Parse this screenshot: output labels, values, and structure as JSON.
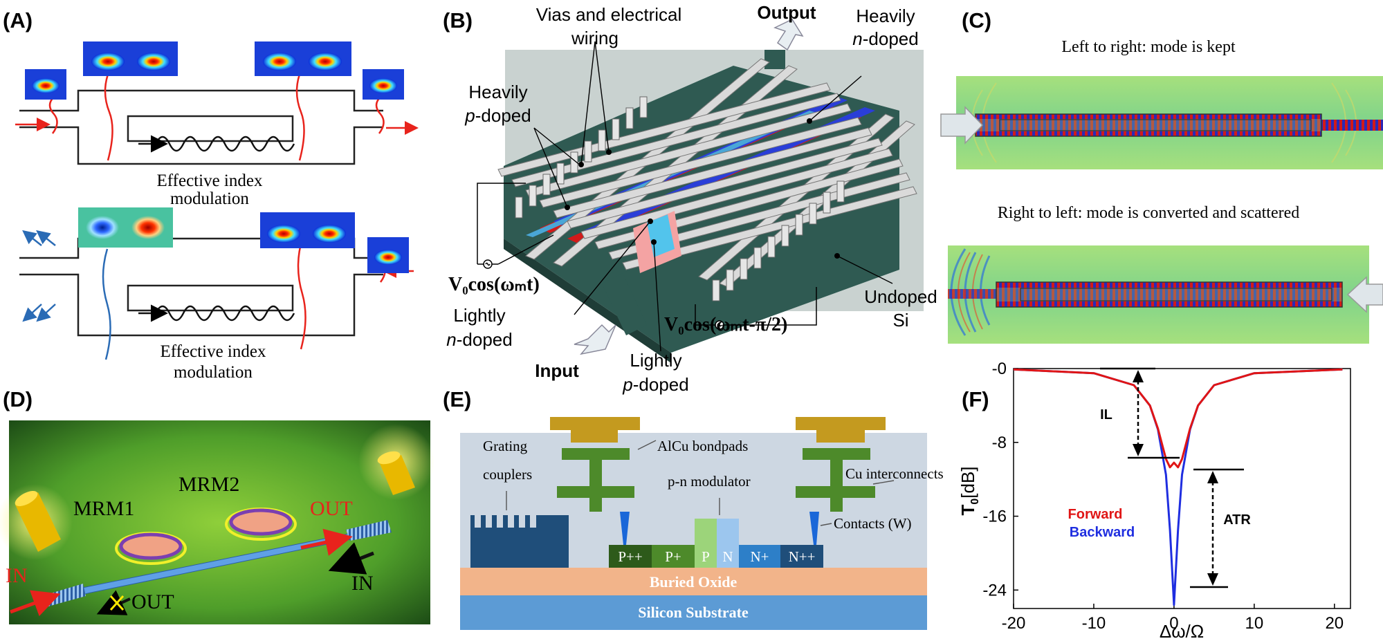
{
  "panel_a": {
    "label": "(A)",
    "top_caption_line1": "Effective index",
    "top_caption_line2": "modulation",
    "bottom_caption_line1": "Effective index",
    "bottom_caption_line2": "modulation"
  },
  "panel_b": {
    "label": "(B)",
    "vias_line1": "Vias and electrical",
    "vias_line2": "wiring",
    "output": "Output",
    "heavy_n_line1": "Heavily",
    "heavy_n_line2": "n-doped",
    "heavy_p_line1": "Heavily",
    "heavy_p_line2": "p-doped",
    "voltage1": "V₀cos(ωₘt)",
    "voltage2": "V₀cos(ωₘt-π/2)",
    "light_n_line1": "Lightly",
    "light_n_line2": "n-doped",
    "light_p_line1": "Lightly",
    "light_p_line2": "p-doped",
    "undoped_line1": "Undoped",
    "undoped_line2": "Si",
    "input": "Input"
  },
  "panel_c": {
    "label": "(C)",
    "top_title": "Left to right: mode is kept",
    "bottom_title": "Right to left: mode is converted and scattered"
  },
  "panel_d": {
    "label": "(D)",
    "mrm1": "MRM1",
    "mrm2": "MRM2",
    "out_red": "OUT",
    "in_red": "IN",
    "in_black": "IN",
    "out_black": "OUT"
  },
  "panel_e": {
    "label": "(E)",
    "grating_line1": "Grating",
    "grating_line2": "couplers",
    "bondpads": "AlCu bondpads",
    "modulator": "p-n modulator",
    "cu": "Cu interconnects",
    "contacts": "Contacts (W)",
    "buried_oxide": "Buried Oxide",
    "substrate": "Silicon Substrate",
    "doping_labels": [
      "P++",
      "P+",
      "P",
      "N",
      "N+",
      "N++"
    ]
  },
  "panel_f": {
    "label": "(F)",
    "il": "IL",
    "atr": "ATR",
    "legend_forward": "Forward",
    "legend_backward": "Backward",
    "xlabel": "Δω/Ω",
    "ylabel_main": "T",
    "ylabel_sub": "0",
    "ylabel_unit": "[dB]"
  },
  "chart_data": {
    "type": "line",
    "xlim": [
      -20,
      22
    ],
    "ylim": [
      -26,
      0
    ],
    "xticks": [
      -20,
      -10,
      0,
      10,
      20
    ],
    "yticks": [
      -24,
      -16,
      -8,
      0
    ],
    "ytick_labels": [
      "-24",
      "-16",
      "-8",
      "-0"
    ],
    "xlabel": "Δω/Ω",
    "ylabel": "T0 [dB]",
    "series": [
      {
        "name": "Forward",
        "color": "#e01515",
        "x": [
          -20,
          -10,
          -5,
          -3,
          -2,
          -1,
          -0.5,
          0,
          0.5,
          1,
          2,
          3,
          5,
          10,
          21
        ],
        "y": [
          -0.1,
          -0.5,
          -1.8,
          -4.0,
          -6.5,
          -9.8,
          -10.7,
          -10.2,
          -10.7,
          -9.8,
          -6.5,
          -4.0,
          -1.8,
          -0.5,
          -0.1
        ]
      },
      {
        "name": "Backward",
        "color": "#1f2ee0",
        "x": [
          -20,
          -10,
          -5,
          -3,
          -2,
          -1,
          -0.5,
          0,
          0.5,
          1,
          2,
          3,
          5,
          10,
          21
        ],
        "y": [
          -0.1,
          -0.5,
          -1.8,
          -4.0,
          -6.6,
          -11.5,
          -17.5,
          -25.6,
          -17.5,
          -11.5,
          -6.6,
          -4.0,
          -1.8,
          -0.5,
          -0.1
        ]
      }
    ],
    "grid": false
  },
  "colors": {
    "red_arrow": "#e8231c",
    "blue_arrow": "#2a6bb5",
    "field_bg": "#8fd68f",
    "mrm_green_bg": "#4b9a2a",
    "gold": "#c49a1f",
    "oxide": "#f2b48a",
    "substrate": "#5c9bd5"
  }
}
